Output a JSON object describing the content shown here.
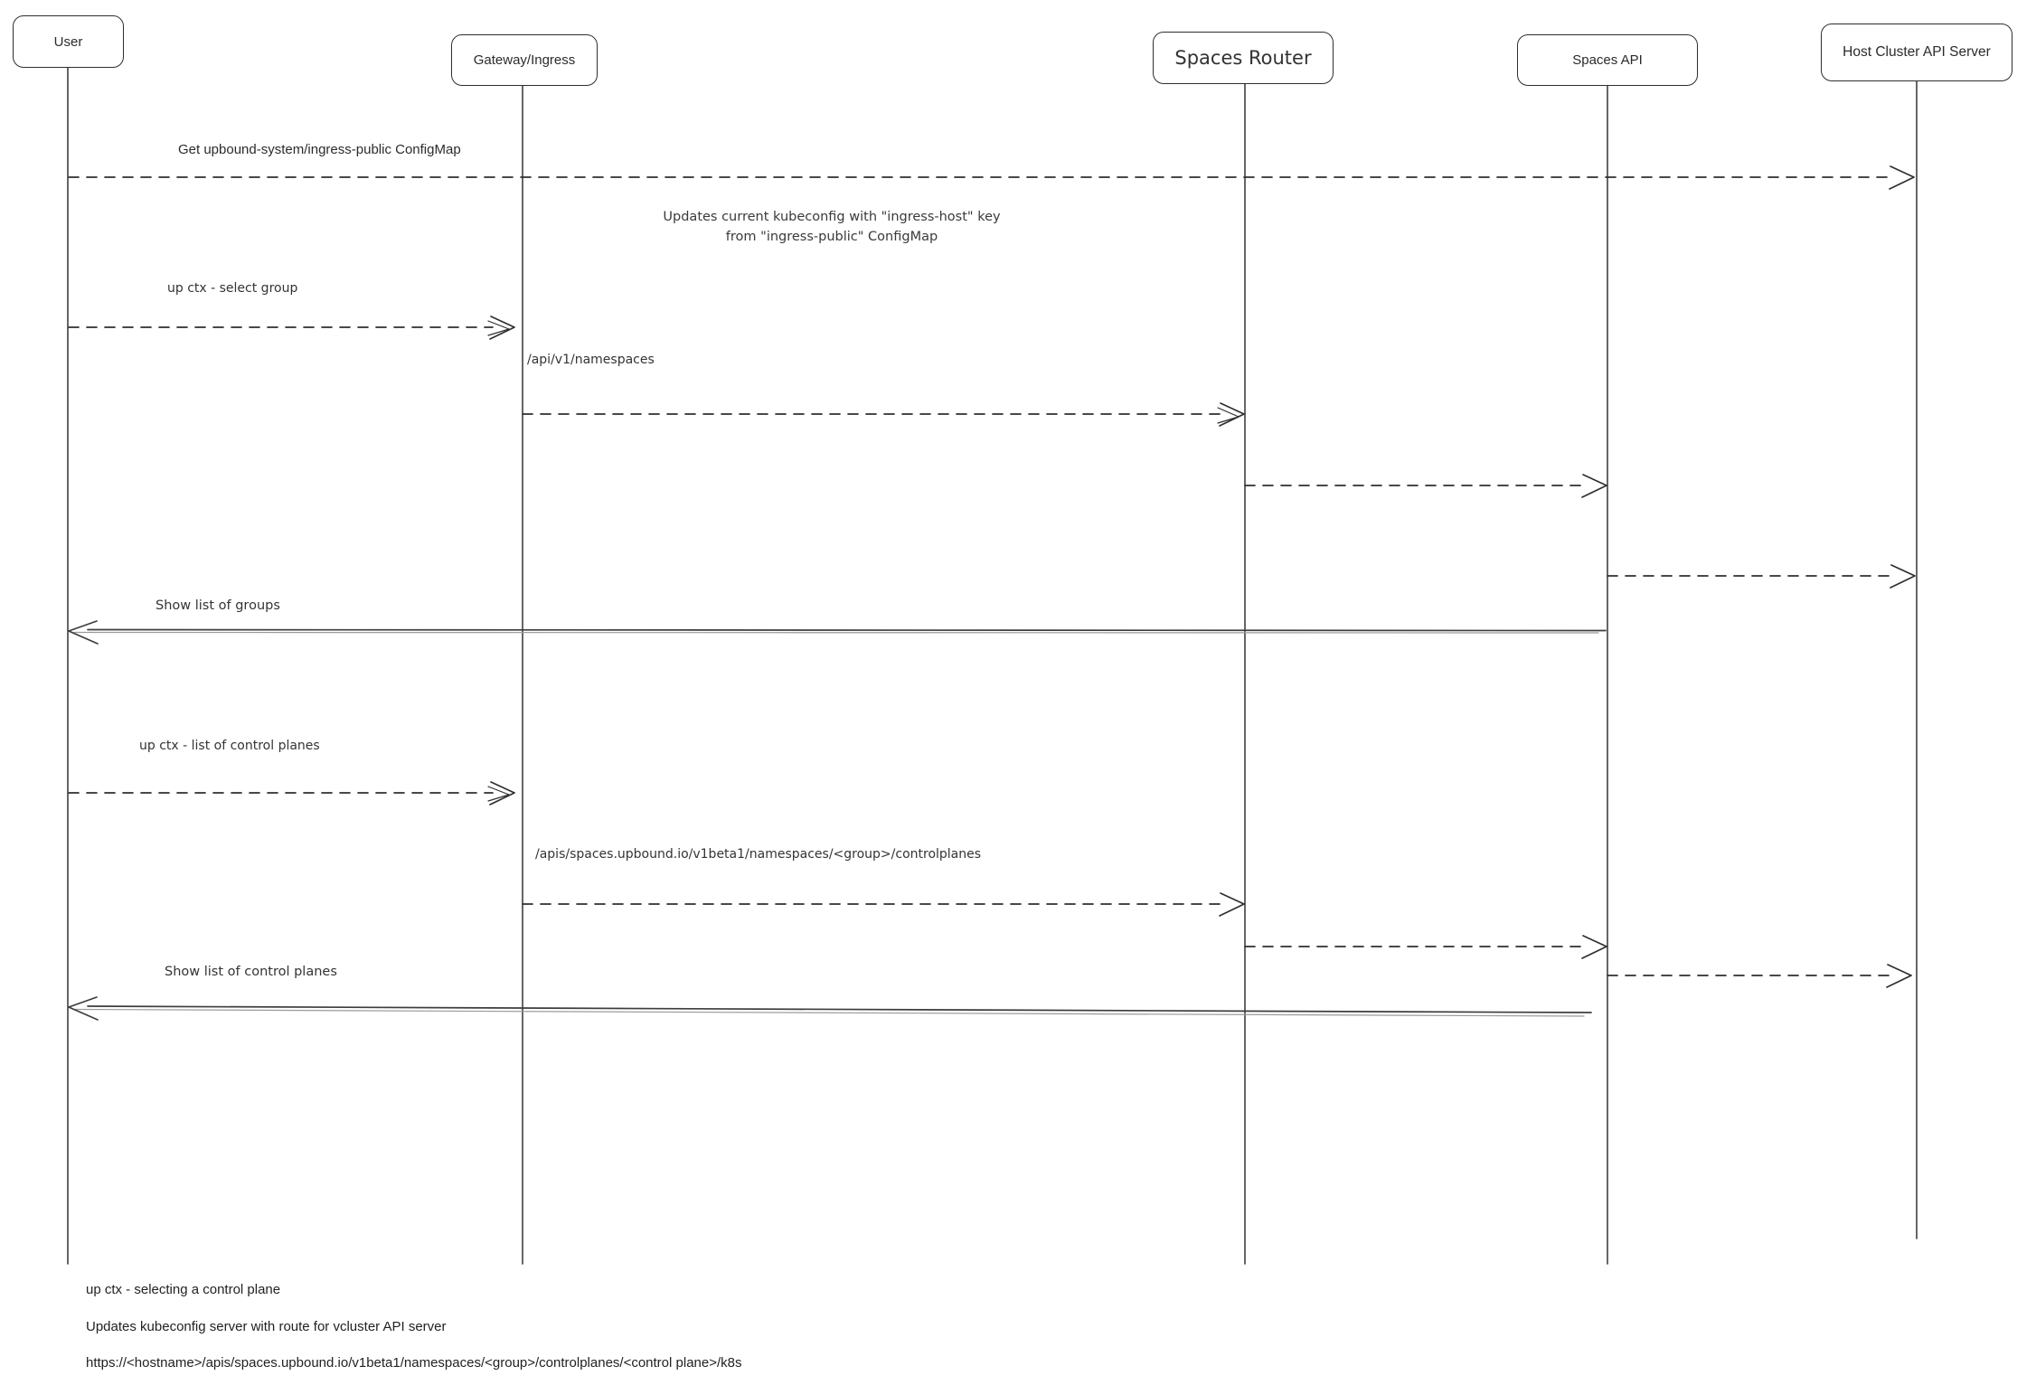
{
  "colors": {
    "ink": "#2f2f2f",
    "background": "#ffffff"
  },
  "diagram": {
    "actors": [
      {
        "id": "user",
        "label": "User"
      },
      {
        "id": "gateway",
        "label": "Gateway/Ingress"
      },
      {
        "id": "spaces-router",
        "label": "Spaces Router"
      },
      {
        "id": "spaces-api",
        "label": "Spaces API"
      },
      {
        "id": "host-cluster",
        "label": "Host Cluster API Server"
      }
    ],
    "note": {
      "line1": "Updates current kubeconfig with \"ingress-host\" key",
      "line2": "from \"ingress-public\" ConfigMap"
    },
    "messages": [
      {
        "label": "Get upbound-system/ingress-public ConfigMap",
        "from": "user",
        "to": "host-cluster",
        "style": "dashed"
      },
      {
        "label": "up ctx - select group",
        "from": "user",
        "to": "gateway",
        "style": "dashed"
      },
      {
        "label": "/api/v1/namespaces",
        "from": "gateway",
        "to": "spaces-router",
        "style": "dashed"
      },
      {
        "label": "",
        "from": "spaces-router",
        "to": "spaces-api",
        "style": "dashed"
      },
      {
        "label": "",
        "from": "spaces-api",
        "to": "host-cluster",
        "style": "dashed"
      },
      {
        "label": "Show list of groups",
        "from": "spaces-api",
        "to": "user",
        "style": "solid"
      },
      {
        "label": "up ctx - list of control planes",
        "from": "user",
        "to": "gateway",
        "style": "dashed"
      },
      {
        "label": "/apis/spaces.upbound.io/v1beta1/namespaces/<group>/controlplanes",
        "from": "gateway",
        "to": "spaces-router",
        "style": "dashed"
      },
      {
        "label": "",
        "from": "spaces-router",
        "to": "spaces-api",
        "style": "dashed"
      },
      {
        "label": "",
        "from": "spaces-api",
        "to": "host-cluster",
        "style": "dashed"
      },
      {
        "label": "Show list of control planes",
        "from": "spaces-api",
        "to": "user",
        "style": "solid"
      }
    ],
    "footnotes": [
      "up ctx - selecting a control plane",
      "Updates kubeconfig server with route for vcluster API server",
      "https://<hostname>/apis/spaces.upbound.io/v1beta1/namespaces/<group>/controlplanes/<control plane>/k8s"
    ]
  }
}
